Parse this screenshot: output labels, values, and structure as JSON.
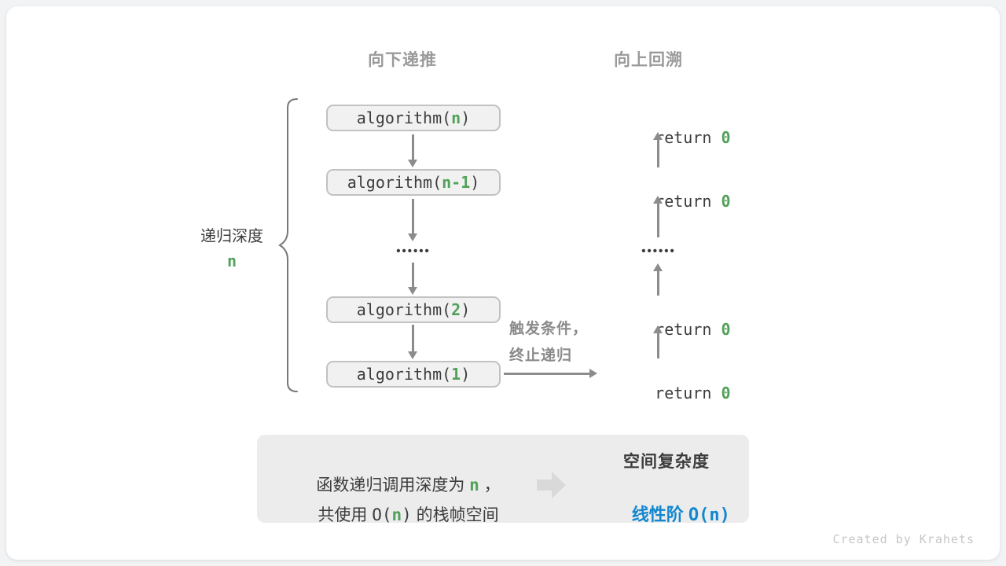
{
  "headers": {
    "descend": "向下递推",
    "backtrack": "向上回溯"
  },
  "depth_label": {
    "text": "递归深度",
    "value": "n"
  },
  "boxes": [
    {
      "pre": "algorithm(",
      "arg": "n",
      "post": ")"
    },
    {
      "pre": "algorithm(",
      "arg": "n-1",
      "post": ")"
    },
    {
      "pre": "algorithm(",
      "arg": "2",
      "post": ")"
    },
    {
      "pre": "algorithm(",
      "arg": "1",
      "post": ")"
    }
  ],
  "dots": "••••••",
  "returns": {
    "keyword": "return ",
    "value": "0"
  },
  "trigger": {
    "line1": "触发条件，",
    "line2": "终止递归"
  },
  "panel": {
    "line1": {
      "pre": "函数递归调用深度为 ",
      "arg": "n",
      "post": " ，"
    },
    "line2": {
      "pre": "共使用 ",
      "open": "O(",
      "arg": "n",
      "close": ")",
      "post": " 的栈帧空间"
    },
    "title": "空间复杂度",
    "result": {
      "pre": "线性阶 ",
      "open": "O(",
      "arg": "n",
      "close": ")"
    }
  },
  "watermark": "Created by Krahets",
  "colors": {
    "green": "#52A15A",
    "blue": "#1287CF",
    "arrow": "#8C8C8C"
  }
}
